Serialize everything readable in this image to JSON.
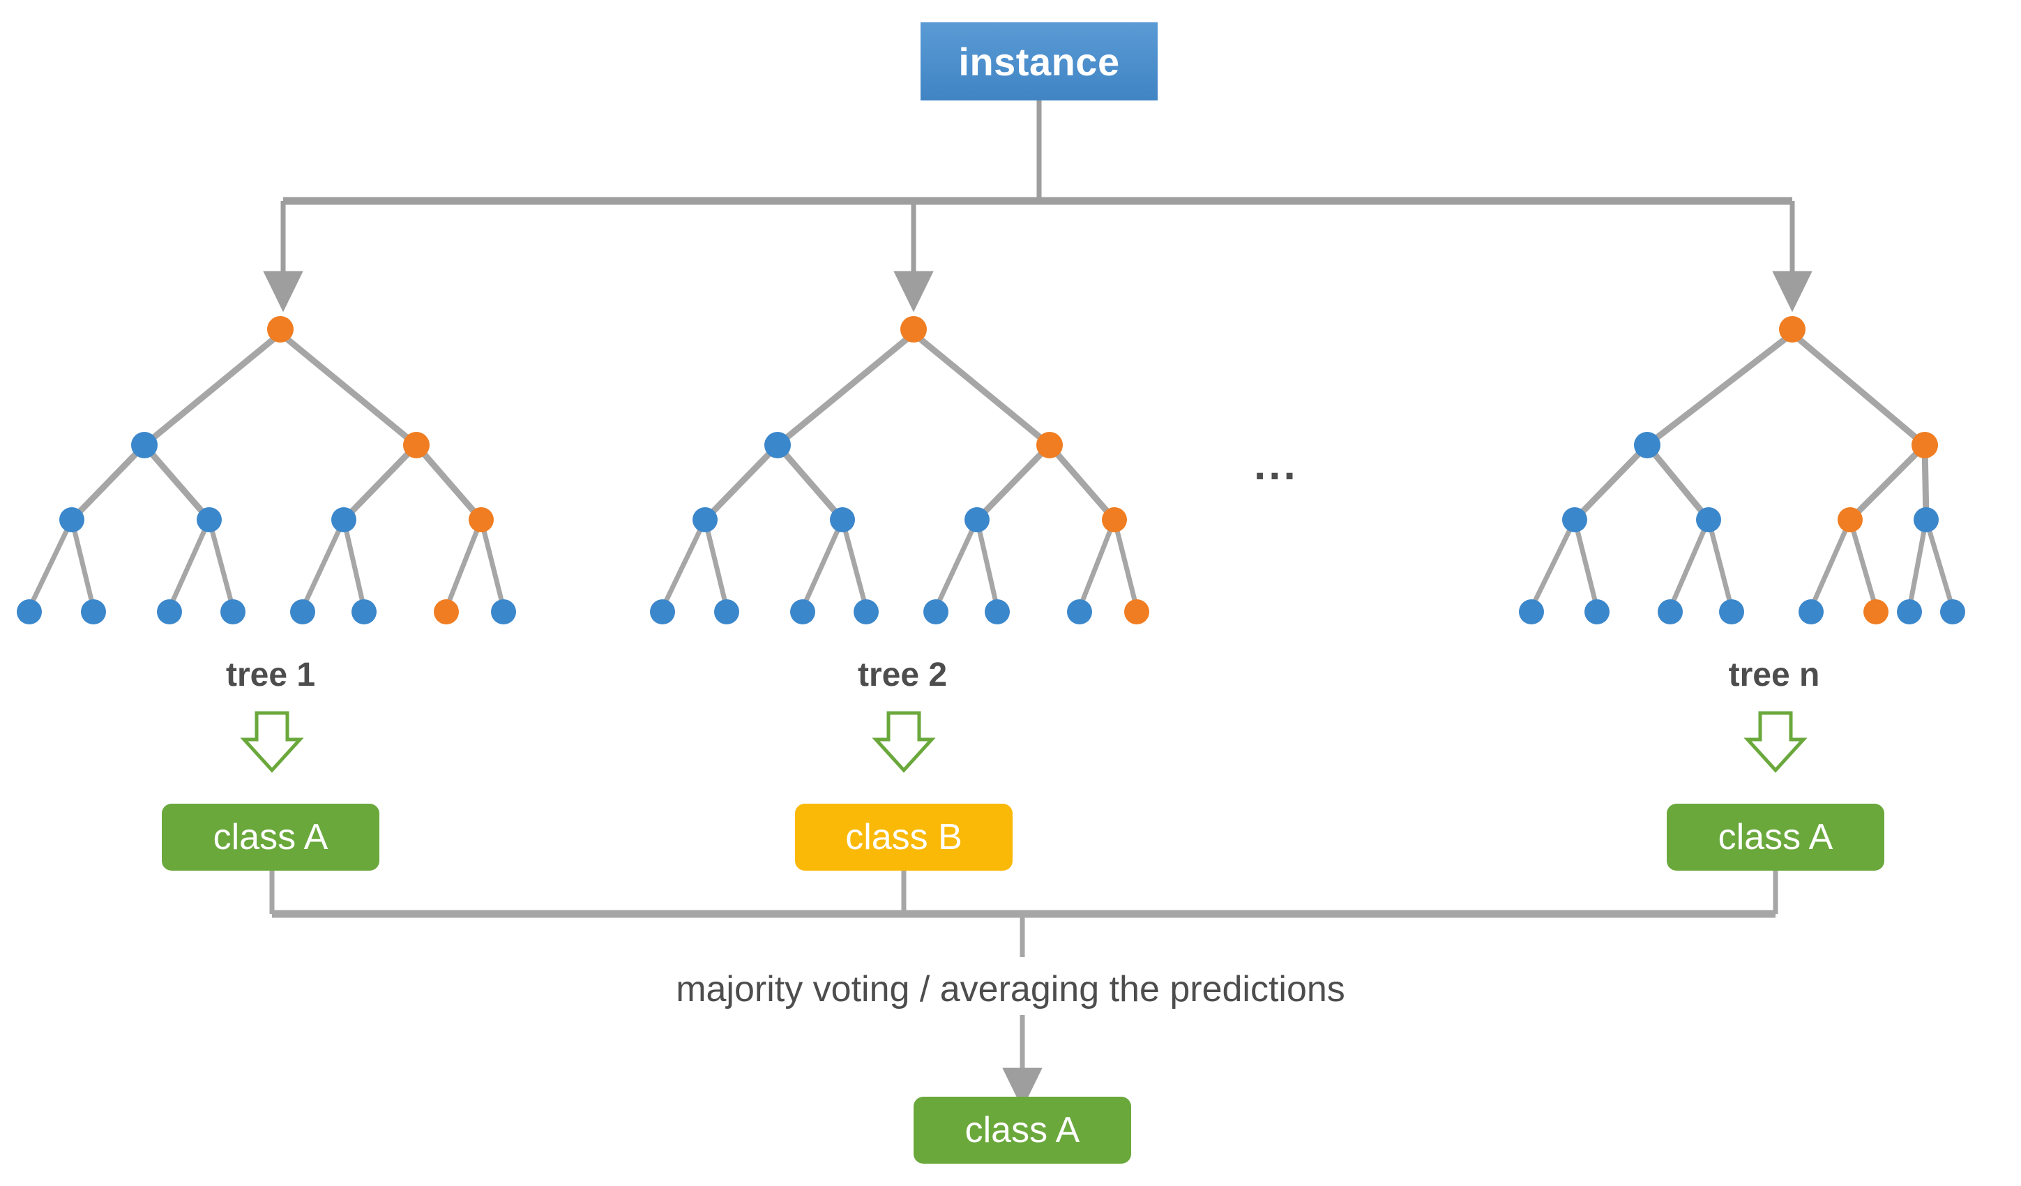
{
  "diagram": {
    "title_node": {
      "label": "instance",
      "color": "#4084C4"
    },
    "ellipsis": "...",
    "vote_label": "majority voting / averaging the predictions",
    "final_prediction": {
      "label": "class A",
      "color": "#6AA83C"
    },
    "palette": {
      "node_blue": "#3B87CB",
      "node_orange": "#F07D21",
      "edge_gray": "#A6A6A6",
      "text_gray": "#4D4D4D",
      "class_a_green": "#6AA83C",
      "class_b_amber": "#FAB907",
      "block_arrow_green": "#6AA83C",
      "instance_blue": "#4084C4",
      "background": "#FFFFFF"
    },
    "trees": [
      {
        "label": "tree 1",
        "prediction": {
          "label": "class A",
          "color": "#6AA83C"
        },
        "node_colors": {
          "root": "orange",
          "level2": [
            "blue",
            "orange"
          ],
          "level3": [
            "blue",
            "blue",
            "blue",
            "orange"
          ],
          "leaves": [
            "blue",
            "blue",
            "blue",
            "blue",
            "blue",
            "blue",
            "orange",
            "blue"
          ]
        }
      },
      {
        "label": "tree 2",
        "prediction": {
          "label": "class B",
          "color": "#FAB907"
        },
        "node_colors": {
          "root": "orange",
          "level2": [
            "blue",
            "orange"
          ],
          "level3": [
            "blue",
            "blue",
            "blue",
            "orange"
          ],
          "leaves": [
            "blue",
            "blue",
            "blue",
            "blue",
            "blue",
            "blue",
            "blue",
            "orange"
          ]
        }
      },
      {
        "label": "tree n",
        "prediction": {
          "label": "class A",
          "color": "#6AA83C"
        },
        "node_colors": {
          "root": "orange",
          "level2": [
            "blue",
            "orange"
          ],
          "level3": [
            "blue",
            "blue",
            "orange",
            "blue"
          ],
          "leaves": [
            "blue",
            "blue",
            "blue",
            "blue",
            "blue",
            "orange",
            "blue",
            "blue"
          ]
        }
      }
    ]
  }
}
